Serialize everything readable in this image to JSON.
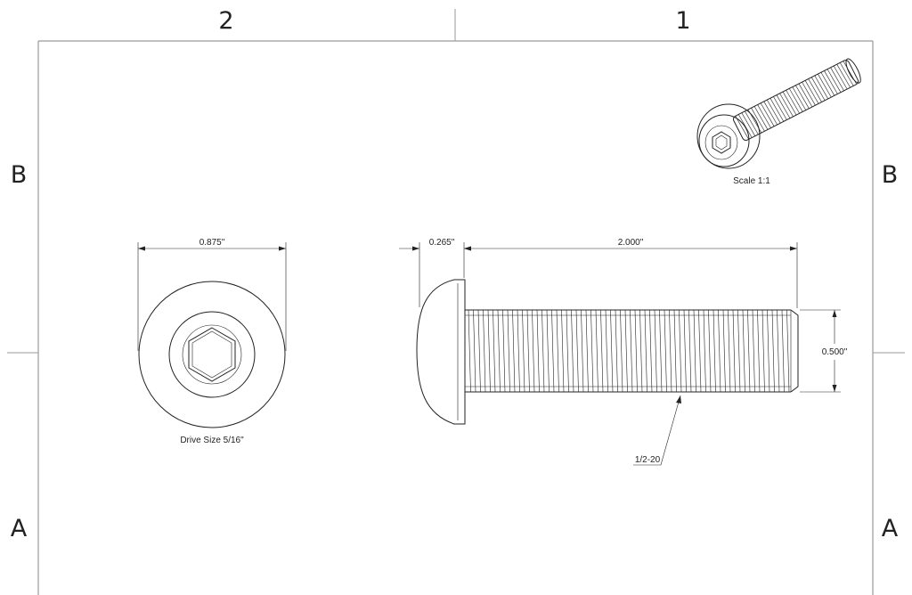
{
  "border_zones": {
    "top": [
      "2",
      "1"
    ],
    "left": [
      "B",
      "A"
    ],
    "right": [
      "B",
      "A"
    ]
  },
  "isometric_view": {
    "scale_label": "Scale 1:1"
  },
  "front_view": {
    "head_diameter": "0.875\"",
    "drive_label": "Drive Size 5/16\""
  },
  "side_view": {
    "head_height": "0.265\"",
    "length": "2.000\"",
    "thread_diameter": "0.500\"",
    "thread_callout": "1/2-20"
  },
  "colors": {
    "line": "#222222",
    "frame": "#9a9a9a"
  }
}
